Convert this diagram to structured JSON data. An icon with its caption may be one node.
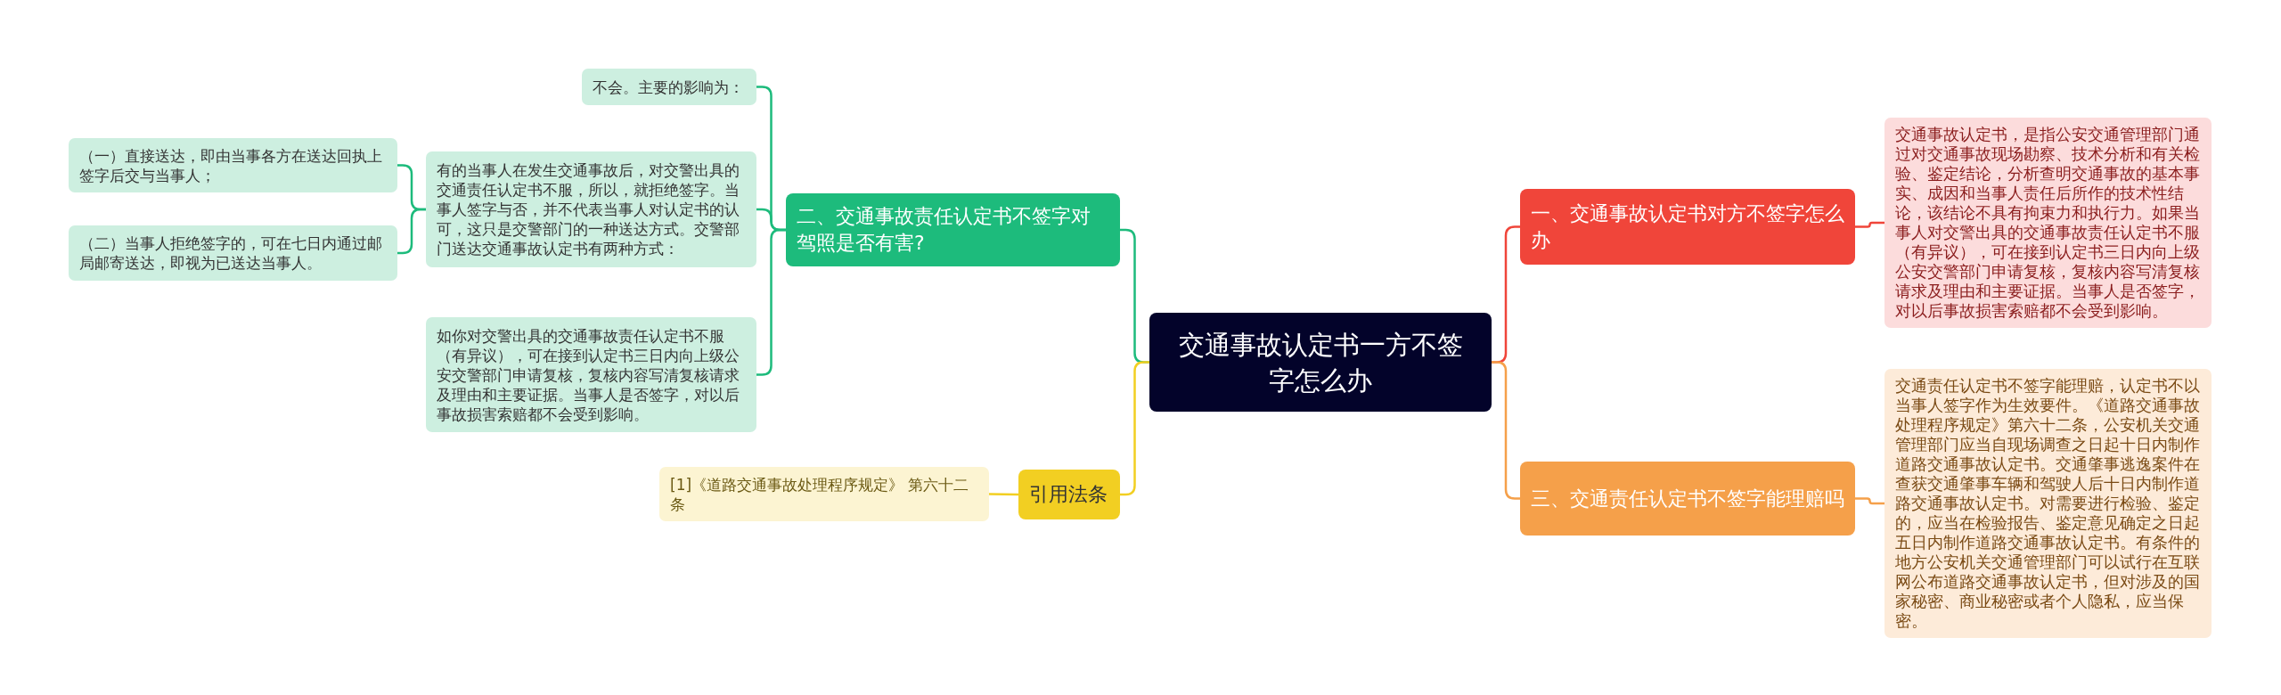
{
  "diagram": {
    "nodes": [
      {
        "text": [
          "交通事故认定书一方不签字怎么办"
        ]
      },
      {
        "text": [
          "一、交通事故认定书对方不签字怎么办"
        ]
      },
      {
        "text": [
          "交通事故认定书，是指公安交通管理部门通过对交通事故现场勘察、技术分析和有关检验、鉴定结论，分析查明交通事故的基本事实、成因和当事人责任后所作的技术性结论，该结论不具有拘束力和执行力。如果当事人对交警出具的交通事故责任认定书不服（有异议），可在接到认定书三日内向上级公安交警部门申请复核，复核内容写清复核请求及理由和主要证据。当事人是否签字，对以后事故损害索赔都不会受到影响。"
        ]
      },
      {
        "text": [
          "三、交通责任认定书不签字能理赔吗"
        ]
      },
      {
        "text": [
          "交通责任认定书不签字能理赔，认定书不以当事人签字作为生效要件。《道路交通事故处理程序规定》第六十二条，公安机关交通管理部门应当自现场调查之日起十日内制作道路交通事故认定书。交通肇事逃逸案件在查获交通肇事车辆和驾驶人后十日内制作道路交通事故认定书。对需要进行检验、鉴定的，应当在检验报告、鉴定意见确定之日起五日内制作道路交通事故认定书。有条件的地方公安机关交通管理部门可以试行在互联网公布道路交通事故认定书，但对涉及的国家秘密、商业秘密或者个人隐私，应当保密。"
        ]
      },
      {
        "text": [
          "二、交通事故责任认定书不签字对驾照是否有害?"
        ]
      },
      {
        "text": [
          "不会。主要的影响为："
        ]
      },
      {
        "text": [
          "有的当事人在发生交通事故后，对交警出具的交通责任认定书不服，所以，就拒绝签字。当事人签字与否，并不代表当事人对认定书的认可，这只是交警部门的一种送达方式。交警部门送达交通事故认定书有两种方式："
        ]
      },
      {
        "text": [
          "（一）直接送达，即由当事各方在送达回执上签字后交与当事人；"
        ]
      },
      {
        "text": [
          "（二）当事人拒绝签字的，可在七日内通过邮局邮寄送达，即视为已送达当事人。"
        ]
      },
      {
        "text": [
          "如你对交警出具的交通事故责任认定书不服（有异议），可在接到认定书三日内向上级公安交警部门申请复核，复核内容写清复核请求及理由和主要证据。当事人是否签字，对以后事故损害索赔都不会受到影响。"
        ]
      },
      {
        "text": [
          "引用法条"
        ]
      },
      {
        "text": [
          "[1]《道路交通事故处理程序规定》 第六十二条"
        ]
      }
    ],
    "edges": [
      {
        "from": 0,
        "to": 1,
        "arrow": "none",
        "color": "#f0453a"
      },
      {
        "from": 1,
        "to": 2,
        "arrow": "none",
        "color": "#f0453a"
      },
      {
        "from": 0,
        "to": 3,
        "arrow": "none",
        "color": "#f5a04a"
      },
      {
        "from": 3,
        "to": 4,
        "arrow": "none",
        "color": "#f5a04a"
      },
      {
        "from": 0,
        "to": 5,
        "arrow": "none"
      },
      {
        "from": 5,
        "to": 6,
        "arrow": "none"
      },
      {
        "from": 5,
        "to": 7,
        "arrow": "none"
      },
      {
        "from": 7,
        "to": 8,
        "arrow": "none"
      },
      {
        "from": 7,
        "to": 9,
        "arrow": "none"
      },
      {
        "from": 5,
        "to": 10,
        "arrow": "none"
      },
      {
        "from": 0,
        "to": 11,
        "arrow": "none",
        "color": "#f2cf22"
      },
      {
        "from": 11,
        "to": 12,
        "arrow": "none",
        "color": "#f2cf22"
      }
    ]
  }
}
